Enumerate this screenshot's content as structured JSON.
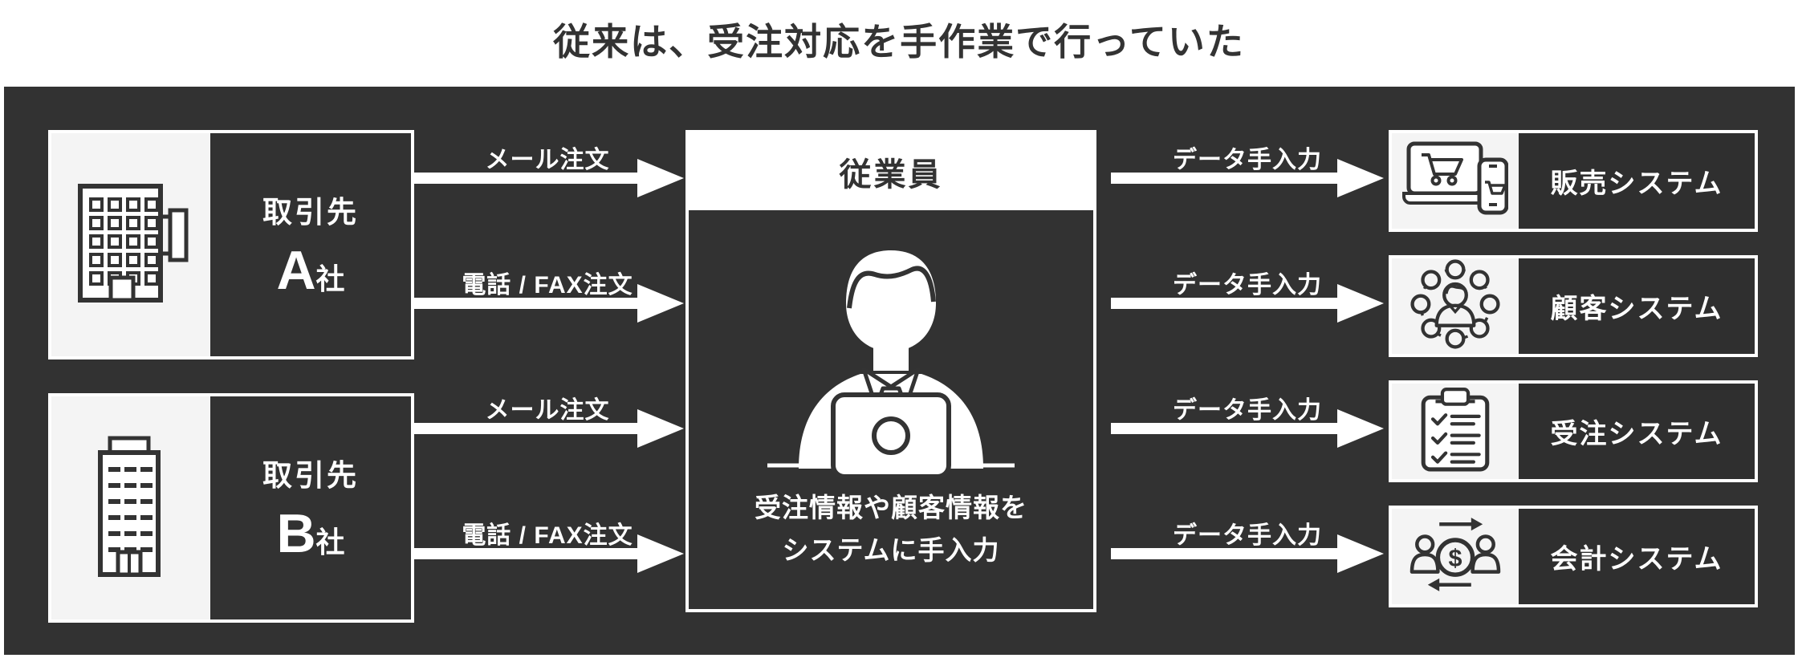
{
  "title": "従来は、受注対応を手作業で行っていた",
  "colors": {
    "panel_bg": "#323232",
    "box_dark_bg": "#2f2f2f",
    "icon_area_bg": "#f4f4f4",
    "text_dark": "#333333",
    "text_light": "#ffffff"
  },
  "companies": [
    {
      "label_top": "取引先",
      "label_big": "A",
      "label_small": "社",
      "icon": "office-building-icon"
    },
    {
      "label_top": "取引先",
      "label_big": "B",
      "label_small": "社",
      "icon": "tower-building-icon"
    }
  ],
  "arrows_left": [
    {
      "label": "メール注文"
    },
    {
      "label": "電話 / FAX注文"
    },
    {
      "label": "メール注文"
    },
    {
      "label": "電話 / FAX注文"
    }
  ],
  "employee": {
    "title": "従業員",
    "icon": "person-at-laptop-icon",
    "desc_line1": "受注情報や顧客情報を",
    "desc_line2": "システムに手入力"
  },
  "arrows_right": [
    {
      "label": "データ手入力"
    },
    {
      "label": "データ手入力"
    },
    {
      "label": "データ手入力"
    },
    {
      "label": "データ手入力"
    }
  ],
  "systems": [
    {
      "label": "販売システム",
      "icon": "ecommerce-devices-icon"
    },
    {
      "label": "顧客システム",
      "icon": "customer-network-icon"
    },
    {
      "label": "受注システム",
      "icon": "checklist-clipboard-icon"
    },
    {
      "label": "会計システム",
      "icon": "money-exchange-icon"
    }
  ]
}
